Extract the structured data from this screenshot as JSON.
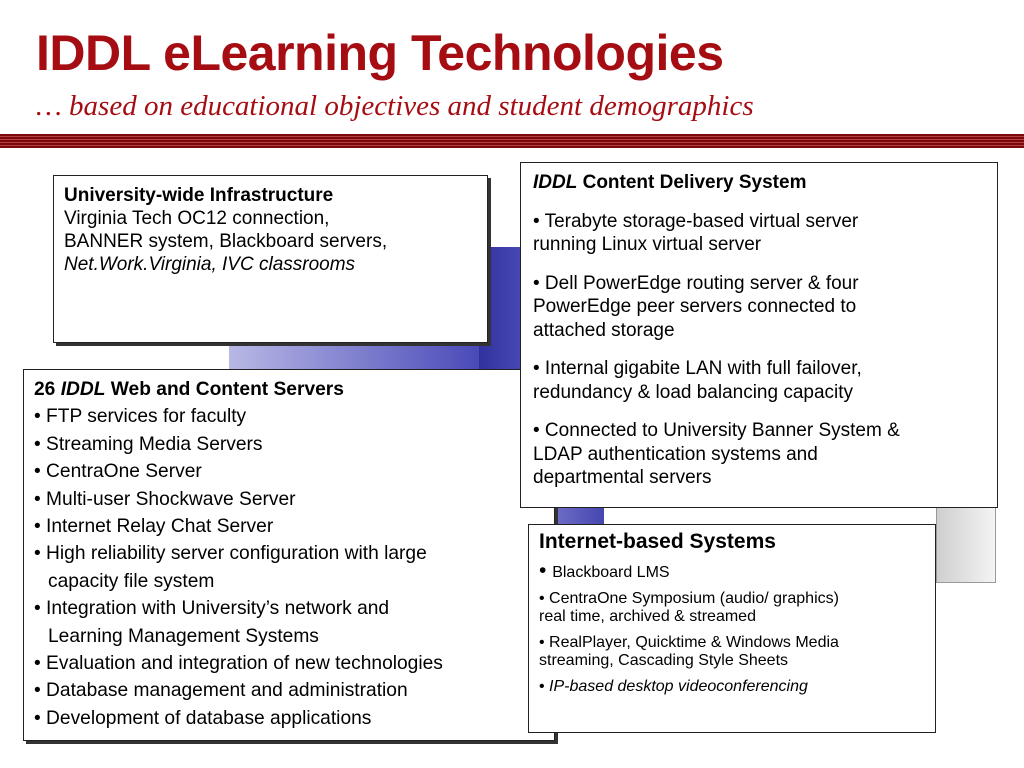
{
  "slide": {
    "title": "IDDL eLearning Technologies",
    "subtitle": "… based on educational objectives and student demographics"
  },
  "infrastructure": {
    "heading": "University-wide Infrastructure",
    "line1": "Virginia Tech OC12 connection,",
    "line2": "BANNER system, Blackboard servers,",
    "line3": "Net.Work.Virginia, IVC classrooms"
  },
  "servers": {
    "heading_prefix": "26 ",
    "heading_italic": "IDDL",
    "heading_suffix": " Web and Content Servers",
    "items": [
      "• FTP services for faculty",
      "• Streaming Media Servers",
      "• CentraOne Server",
      "• Multi-user Shockwave Server",
      "• Internet Relay Chat Server",
      "• High reliability server configuration with large",
      "capacity  file system",
      "• Integration with University’s network and",
      "Learning Management Systems",
      "• Evaluation and integration of new technologies",
      "• Database management and administration",
      "• Development of database applications"
    ]
  },
  "delivery": {
    "heading_italic": "IDDL",
    "heading_suffix": " Content Delivery System",
    "items": [
      [
        "• Terabyte storage-based virtual   server",
        "running Linux virtual server"
      ],
      [
        "• Dell PowerEdge routing server &   four",
        "PowerEdge peer servers connected to",
        "attached storage"
      ],
      [
        "• Internal gigabite LAN with full failover,",
        "redundancy & load balancing capacity"
      ],
      [
        "•  Connected to University Banner System &",
        "LDAP authentication systems and",
        "departmental servers"
      ]
    ]
  },
  "internet": {
    "heading": "Internet-based Systems",
    "bullet1": "• ",
    "item1": "Blackboard LMS",
    "item2a": "• CentraOne Symposium (audio/ graphics)",
    "item2b": "real time, archived & streamed",
    "item3a": "• RealPlayer, Quicktime & Windows Media",
    "item3b": "streaming, Cascading Style Sheets",
    "item4_bullet": "• ",
    "item4": "IP-based desktop videoconferencing"
  },
  "colors": {
    "title": "#a50d12",
    "accent_blue": "#3c3caa",
    "accent_gray": "#e8e8e8"
  }
}
